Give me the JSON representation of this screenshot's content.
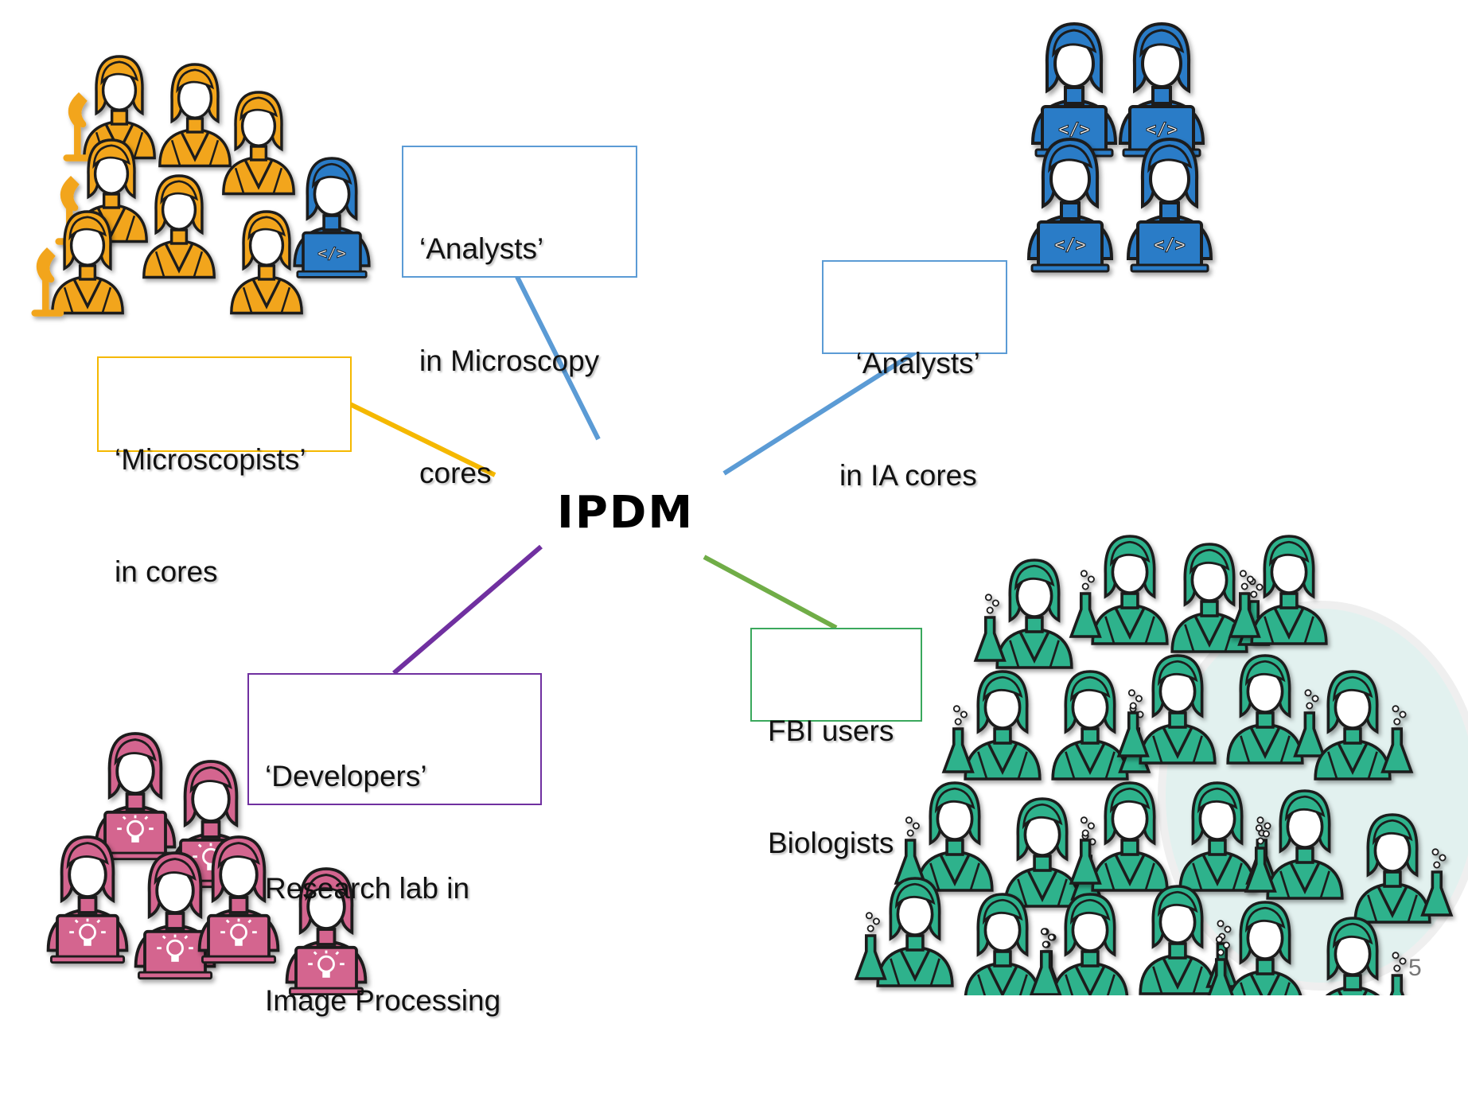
{
  "center_label": "IPDM",
  "slide_number": "5",
  "colors": {
    "microscopists": "#f2a51c",
    "analysts_microscopy": "#2a7cc7",
    "analysts_ia": "#2a7cc7",
    "developers": "#d4658f",
    "biologists": "#2fb28c",
    "line_yellow": "#f5b800",
    "line_blue": "#5b9bd5",
    "line_purple": "#7030a0",
    "line_green": "#70ad47",
    "box_yellow": "#f5b800",
    "box_blue": "#5b9bd5",
    "box_purple": "#7030a0",
    "box_green": "#3aa85c"
  },
  "labels": {
    "analysts_microscopy": [
      "‘Analysts’",
      "in Microscopy",
      "cores"
    ],
    "analysts_ia": [
      "  ‘Analysts’",
      "in IA cores"
    ],
    "microscopists": [
      "‘Microscopists’",
      "in cores"
    ],
    "developers": [
      "‘Developers’",
      "Research lab in",
      "Image Processing"
    ],
    "biologists": [
      "FBI users",
      "Biologists"
    ]
  },
  "icons": {
    "microscopists_group": "scientists-with-microscopes-icon",
    "analysts_microscopy_person": "analyst-with-laptop-icon",
    "analysts_ia_group": "analysts-with-laptops-icon",
    "developers_group": "developers-with-idea-laptops-icon",
    "biologists_group": "biologists-with-flasks-icon"
  }
}
